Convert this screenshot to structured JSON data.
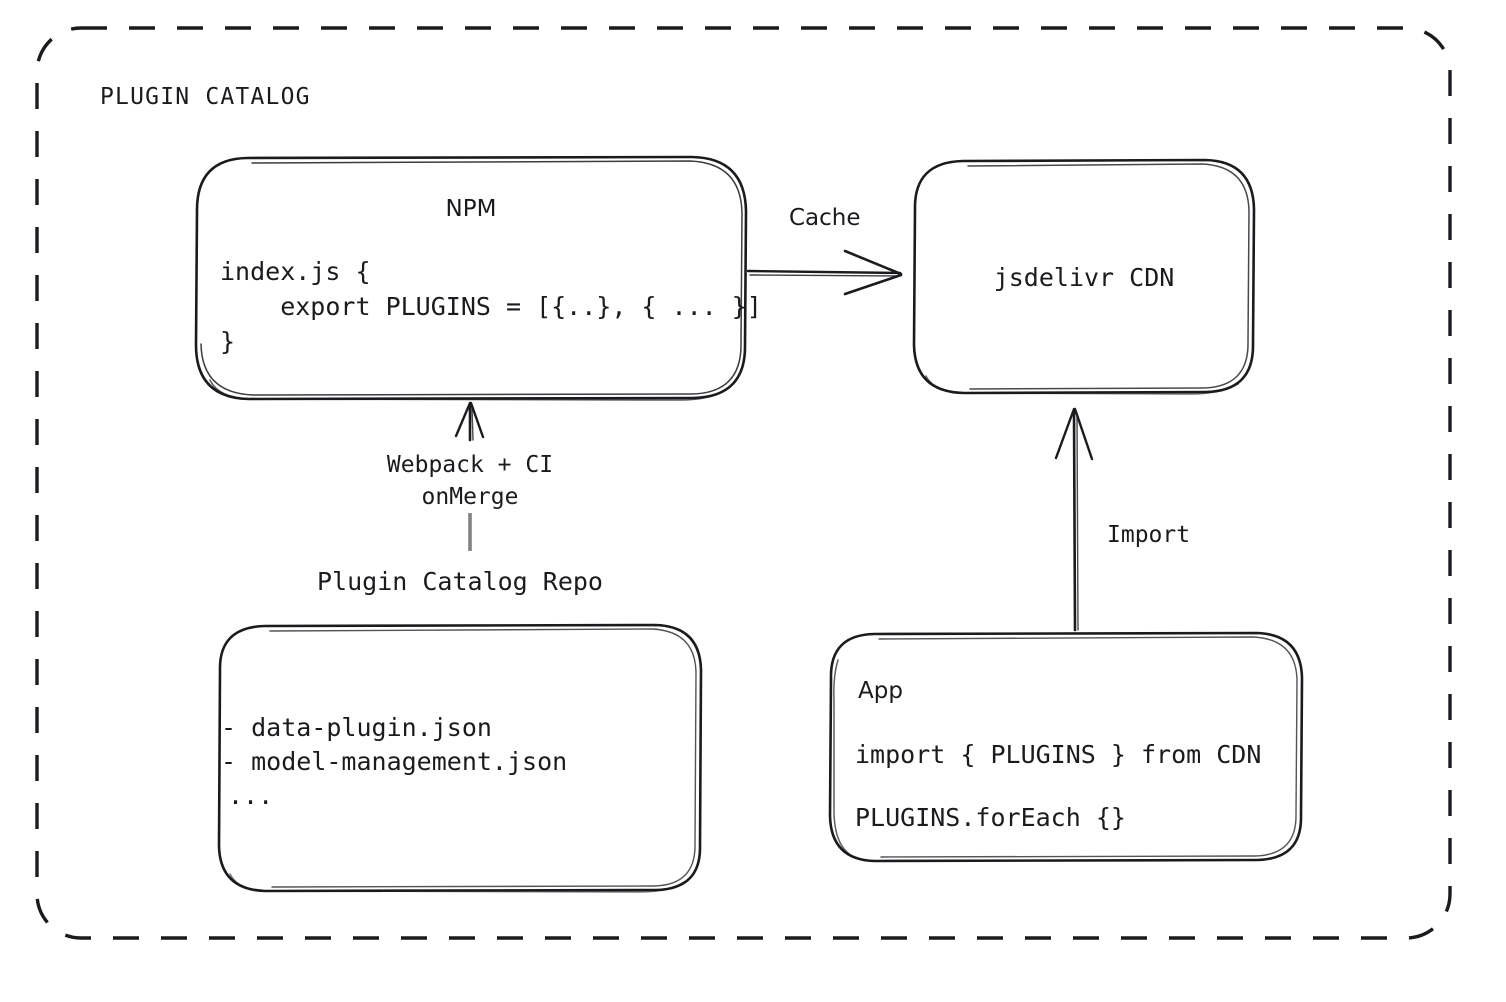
{
  "diagram": {
    "type": "architecture-flow",
    "style": "hand-drawn sketch (excalidraw)",
    "background_color": "#ffffff",
    "stroke_color": "#1b1b1f",
    "group": {
      "label": "PLUGIN CATALOG",
      "border_style": "dashed rounded rectangle"
    },
    "nodes": {
      "npm": {
        "title": "NPM",
        "code_lines": [
          "index.js {",
          "    export PLUGINS = [{..}, { ... }]",
          "}"
        ]
      },
      "cdn": {
        "title": "jsdelivr CDN"
      },
      "repo": {
        "caption": "Plugin Catalog Repo",
        "lines": [
          "- data-plugin.json",
          "- model-management.json",
          "..."
        ]
      },
      "app": {
        "title": "App",
        "code_lines": [
          "import { PLUGINS } from CDN",
          "PLUGINS.forEach {}"
        ]
      }
    },
    "edges": [
      {
        "id": "npm-to-cdn",
        "label": "Cache",
        "from": "npm",
        "to": "cdn",
        "direction": "right"
      },
      {
        "id": "repo-to-npm",
        "label_line_1": "Webpack + CI",
        "label_line_2": "onMerge",
        "from": "repo",
        "to": "npm",
        "direction": "up"
      },
      {
        "id": "app-to-cdn",
        "label": "Import",
        "from": "app",
        "to": "cdn",
        "direction": "up"
      }
    ]
  }
}
